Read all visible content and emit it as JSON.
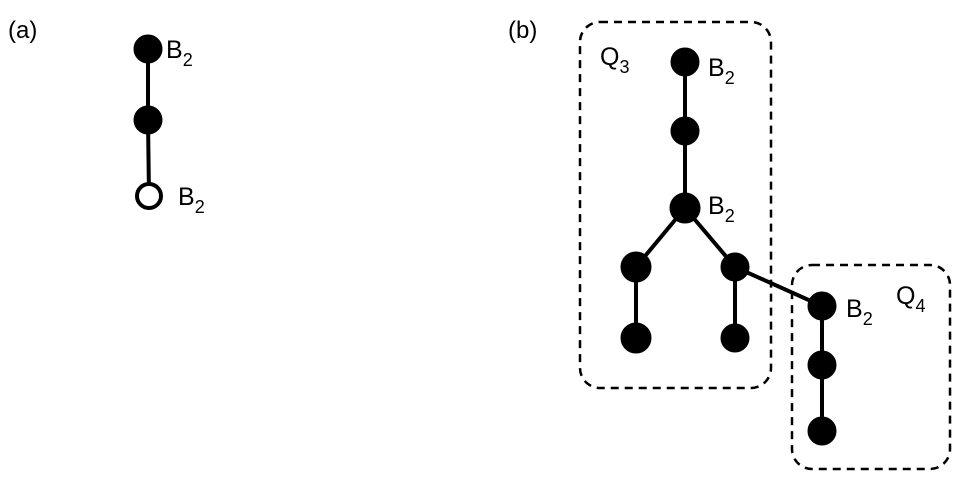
{
  "panels": {
    "a": {
      "label": "(a)"
    },
    "b": {
      "label": "(b)"
    }
  },
  "labels": {
    "B_main": "B",
    "B_sub": "2"
  },
  "groups": {
    "q3": {
      "main": "Q",
      "sub": "3"
    },
    "q4": {
      "main": "Q",
      "sub": "4"
    }
  },
  "colors": {
    "line": "#000000",
    "filled_node": "#000000",
    "open_node_fill": "#ffffff"
  },
  "node_styles": {
    "filled": "filled black circle",
    "open": "open white circle"
  }
}
